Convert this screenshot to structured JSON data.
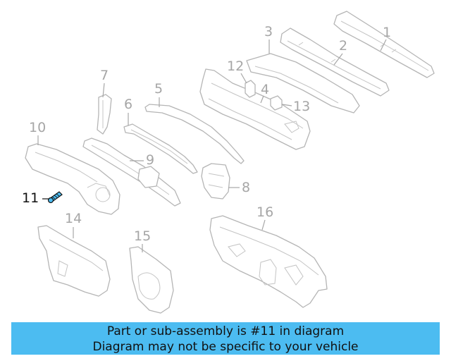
{
  "diagram": {
    "callouts": [
      {
        "id": "1",
        "label": "1"
      },
      {
        "id": "2",
        "label": "2"
      },
      {
        "id": "3",
        "label": "3"
      },
      {
        "id": "4",
        "label": "4"
      },
      {
        "id": "5",
        "label": "5"
      },
      {
        "id": "6",
        "label": "6"
      },
      {
        "id": "7",
        "label": "7"
      },
      {
        "id": "8",
        "label": "8"
      },
      {
        "id": "9",
        "label": "9"
      },
      {
        "id": "10",
        "label": "10"
      },
      {
        "id": "11",
        "label": "11"
      },
      {
        "id": "12",
        "label": "12"
      },
      {
        "id": "13",
        "label": "13"
      },
      {
        "id": "14",
        "label": "14"
      },
      {
        "id": "15",
        "label": "15"
      },
      {
        "id": "16",
        "label": "16"
      }
    ],
    "highlight_color": "#4cbcf1"
  },
  "banner": {
    "line1": "Part or sub-assembly is #11 in diagram",
    "line2": "Diagram may not be specific to your vehicle",
    "background": "#4cbcf1"
  }
}
